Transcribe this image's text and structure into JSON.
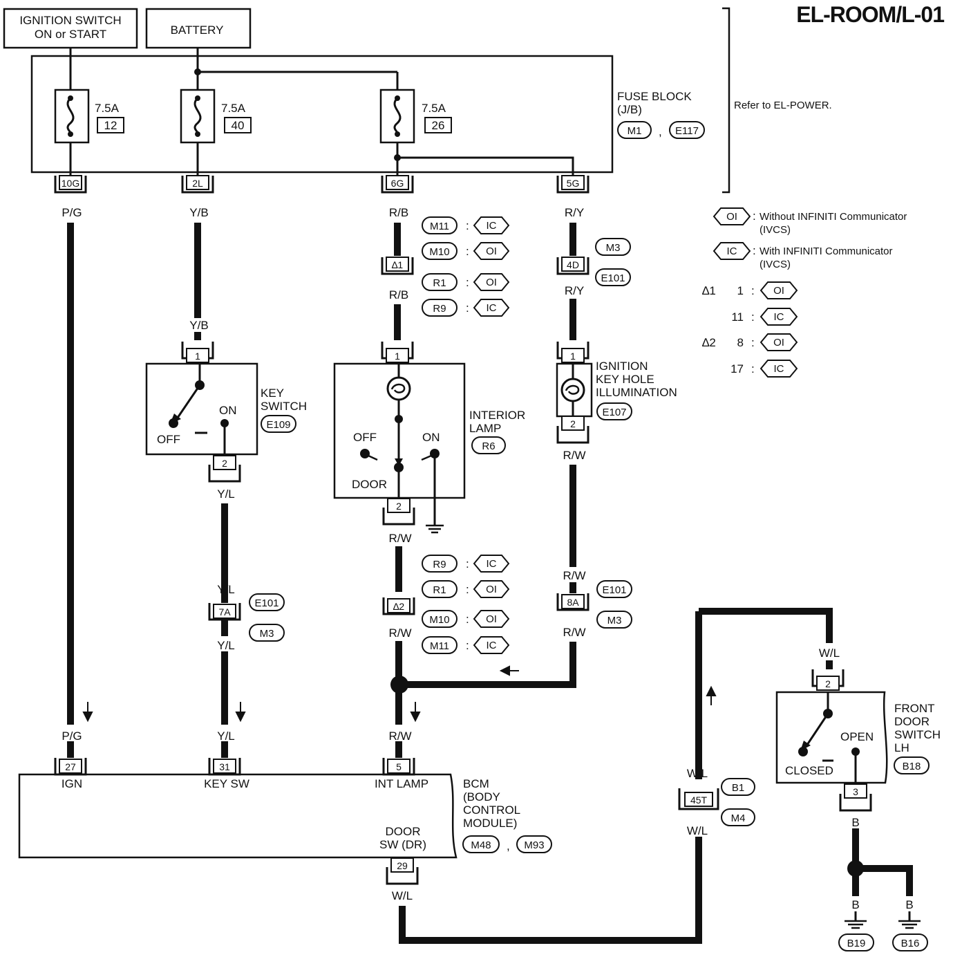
{
  "title": "EL-ROOM/L-01",
  "sources": {
    "ignition": [
      "IGNITION SWITCH",
      "ON or START"
    ],
    "battery": "BATTERY"
  },
  "fuse_block": {
    "name": [
      "FUSE BLOCK",
      "(J/B)"
    ],
    "connectors": [
      "M1",
      "E117"
    ],
    "separator": ",",
    "fuses": [
      {
        "rating": "7.5A",
        "number": "12"
      },
      {
        "rating": "7.5A",
        "number": "40"
      },
      {
        "rating": "7.5A",
        "number": "26"
      }
    ],
    "terminals": [
      "10G",
      "2L",
      "6G",
      "5G"
    ]
  },
  "refer_note": "Refer to EL-POWER.",
  "legend": {
    "oi_desc": [
      "Without INFINITI Communicator",
      "(IVCS)"
    ],
    "ic_desc": [
      "With INFINITI Communicator",
      "(IVCS)"
    ],
    "oi": "OI",
    "ic": "IC",
    "colon": ":",
    "star1": "∆1",
    "star2": "∆2",
    "rows": [
      {
        "pin": "1",
        "tag": "OI"
      },
      {
        "pin": "11",
        "tag": "IC"
      },
      {
        "pin": "8",
        "tag": "OI"
      },
      {
        "pin": "17",
        "tag": "IC"
      }
    ]
  },
  "wires": {
    "pg": "P/G",
    "yb": "Y/B",
    "yl": "Y/L",
    "rb": "R/B",
    "rw": "R/W",
    "ry": "R/Y",
    "wl": "W/L",
    "b": "B"
  },
  "junction_refs": {
    "j1_label": "∆1",
    "j1_refs": [
      {
        "conn": "M11",
        "tag": "IC"
      },
      {
        "conn": "M10",
        "tag": "OI"
      },
      {
        "conn": "R1",
        "tag": "OI"
      },
      {
        "conn": "R9",
        "tag": "IC"
      }
    ],
    "j2_label": "∆2",
    "j2_refs": [
      {
        "conn": "R9",
        "tag": "IC"
      },
      {
        "conn": "R1",
        "tag": "OI"
      },
      {
        "conn": "M10",
        "tag": "OI"
      },
      {
        "conn": "M11",
        "tag": "IC"
      }
    ],
    "c4d": "4D",
    "c4d_refs": [
      "M3",
      "E101"
    ],
    "c7a": "7A",
    "c7a_refs": [
      "E101",
      "M3"
    ],
    "c8a": "8A",
    "c8a_refs": [
      "E101",
      "M3"
    ],
    "c45t": "45T",
    "c45t_refs": [
      "B1",
      "M4"
    ]
  },
  "key_switch": {
    "name": [
      "KEY",
      "SWITCH"
    ],
    "connector": "E109",
    "pin_top": "1",
    "pin_bottom": "2",
    "off": "OFF",
    "on": "ON"
  },
  "interior_lamp": {
    "name": [
      "INTERIOR",
      "LAMP"
    ],
    "connector": "R6",
    "pin_top": "1",
    "pin_bottom": "2",
    "off": "OFF",
    "on": "ON",
    "door": "DOOR"
  },
  "key_hole": {
    "name": [
      "IGNITION",
      "KEY HOLE",
      "ILLUMINATION"
    ],
    "connector": "E107",
    "pin_top": "1",
    "pin_bottom": "2"
  },
  "door_switch": {
    "name": [
      "FRONT",
      "DOOR",
      "SWITCH",
      "LH"
    ],
    "connector": "B18",
    "pin_top": "2",
    "pin_bottom": "3",
    "open": "OPEN",
    "closed": "CLOSED"
  },
  "bcm": {
    "name": [
      "BCM",
      "(BODY",
      "CONTROL",
      "MODULE)"
    ],
    "connectors": [
      "M48",
      "M93"
    ],
    "separator": ",",
    "pins": [
      {
        "num": "27",
        "label": "IGN"
      },
      {
        "num": "31",
        "label": "KEY SW"
      },
      {
        "num": "5",
        "label": "INT LAMP"
      }
    ],
    "door_label": [
      "DOOR",
      "SW (DR)"
    ],
    "door_pin": "29"
  },
  "grounds": [
    "B19",
    "B16"
  ]
}
